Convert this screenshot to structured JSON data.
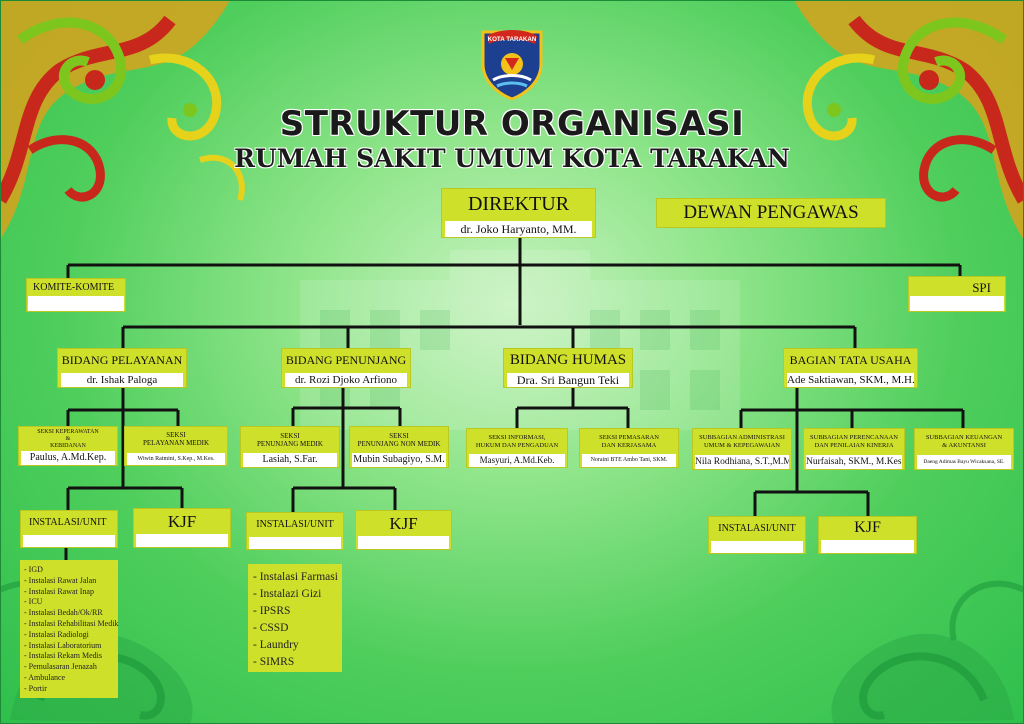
{
  "logo": {
    "text": "KOTA TARAKAN"
  },
  "title": "STRUKTUR ORGANISASI",
  "subtitle": "RUMAH SAKIT UMUM KOTA TARAKAN",
  "direktur": {
    "title": "DIREKTUR",
    "name": "dr. Joko Haryanto, MM."
  },
  "dewan": {
    "title": "DEWAN PENGAWAS"
  },
  "komite": {
    "title": "KOMITE-KOMITE"
  },
  "spi": {
    "title": "SPI"
  },
  "bidang_pelayanan": {
    "title": "BIDANG PELAYANAN",
    "name": "dr. Ishak Paloga"
  },
  "bidang_penunjang": {
    "title": "BIDANG PENUNJANG",
    "name": "dr. Rozi Djoko Arfiono"
  },
  "bidang_humas": {
    "title": "BIDANG HUMAS",
    "name": "Dra. Sri Bangun Teki"
  },
  "bagian_tata_usaha": {
    "title": "BAGIAN TATA USAHA",
    "name": "Ade Saktiawan, SKM., M.H."
  },
  "seksi_keperawatan": {
    "title1": "SEKSI KEPERAWATAN",
    "title2": "&",
    "title3": "KEBIDANAN",
    "name": "Paulus, A.Md.Kep."
  },
  "seksi_pelayanan_medik": {
    "title1": "SEKSI",
    "title2": "PELAYANAN MEDIK",
    "name": "Wiwin Ratmini, S.Kep., M.Kes."
  },
  "seksi_penunjang_medik": {
    "title1": "SEKSI",
    "title2": "PENUNJANG MEDIK",
    "name": "Lasiah, S.Far."
  },
  "seksi_penunjang_non_medik": {
    "title1": "SEKSI",
    "title2": "PENUNJANG NON MEDIK",
    "name": "Mubin Subagiyo, S.M."
  },
  "seksi_informasi": {
    "title1": "SEKSI INFORMASI,",
    "title2": "HUKUM DAN PENGADUAN",
    "name": "Masyuri, A.Md.Keb."
  },
  "seksi_pemasaran": {
    "title1": "SEKSI PEMASARAN",
    "title2": "DAN KERJASAMA",
    "name": "Noraini BTE Ambo Tani, SKM."
  },
  "subbag_admin": {
    "title1": "SUBBAGIAN ADMINISTRASI",
    "title2": "UMUM & KEPEGAWAIAN",
    "name": "Nila Rodhiana, S.T.,M.M."
  },
  "subbag_perencanaan": {
    "title1": "SUBBAGIAN PERENCANAAN",
    "title2": "DAN PENILAIAN KINERJA",
    "name": "Nurfaisah, SKM., M.Kes."
  },
  "subbag_keuangan": {
    "title1": "SUBBAGIAN KEUANGAN",
    "title2": "& AKUNTANSI",
    "name": "Daeng Adimas Bayu Wicaksana, SE."
  },
  "instalasi_label": "INSTALASI/UNIT",
  "kjf_label": "KJF",
  "instalasi_pelayanan": [
    "- IGD",
    "- Instalasi Rawat Jalan",
    "- Instalasi Rawat Inap",
    "- ICU",
    "- Instalasi Bedah/Ok/RR",
    "- Instalasi Rehabilitasi Medik",
    "- Instalasi Radiologi",
    "- Instalasi Laboratorium",
    "- Instalasi Rekam Medis",
    "- Pemulasaran Jenazah",
    "- Ambulance",
    "- Portir"
  ],
  "instalasi_penunjang": [
    "- Instalasi Farmasi",
    "- Instalazi Gizi",
    "- IPSRS",
    "- CSSD",
    "- Laundry",
    "- SIMRS"
  ],
  "colors": {
    "box": "#cfe02a",
    "line": "#111111",
    "background": "#4fce5c"
  }
}
